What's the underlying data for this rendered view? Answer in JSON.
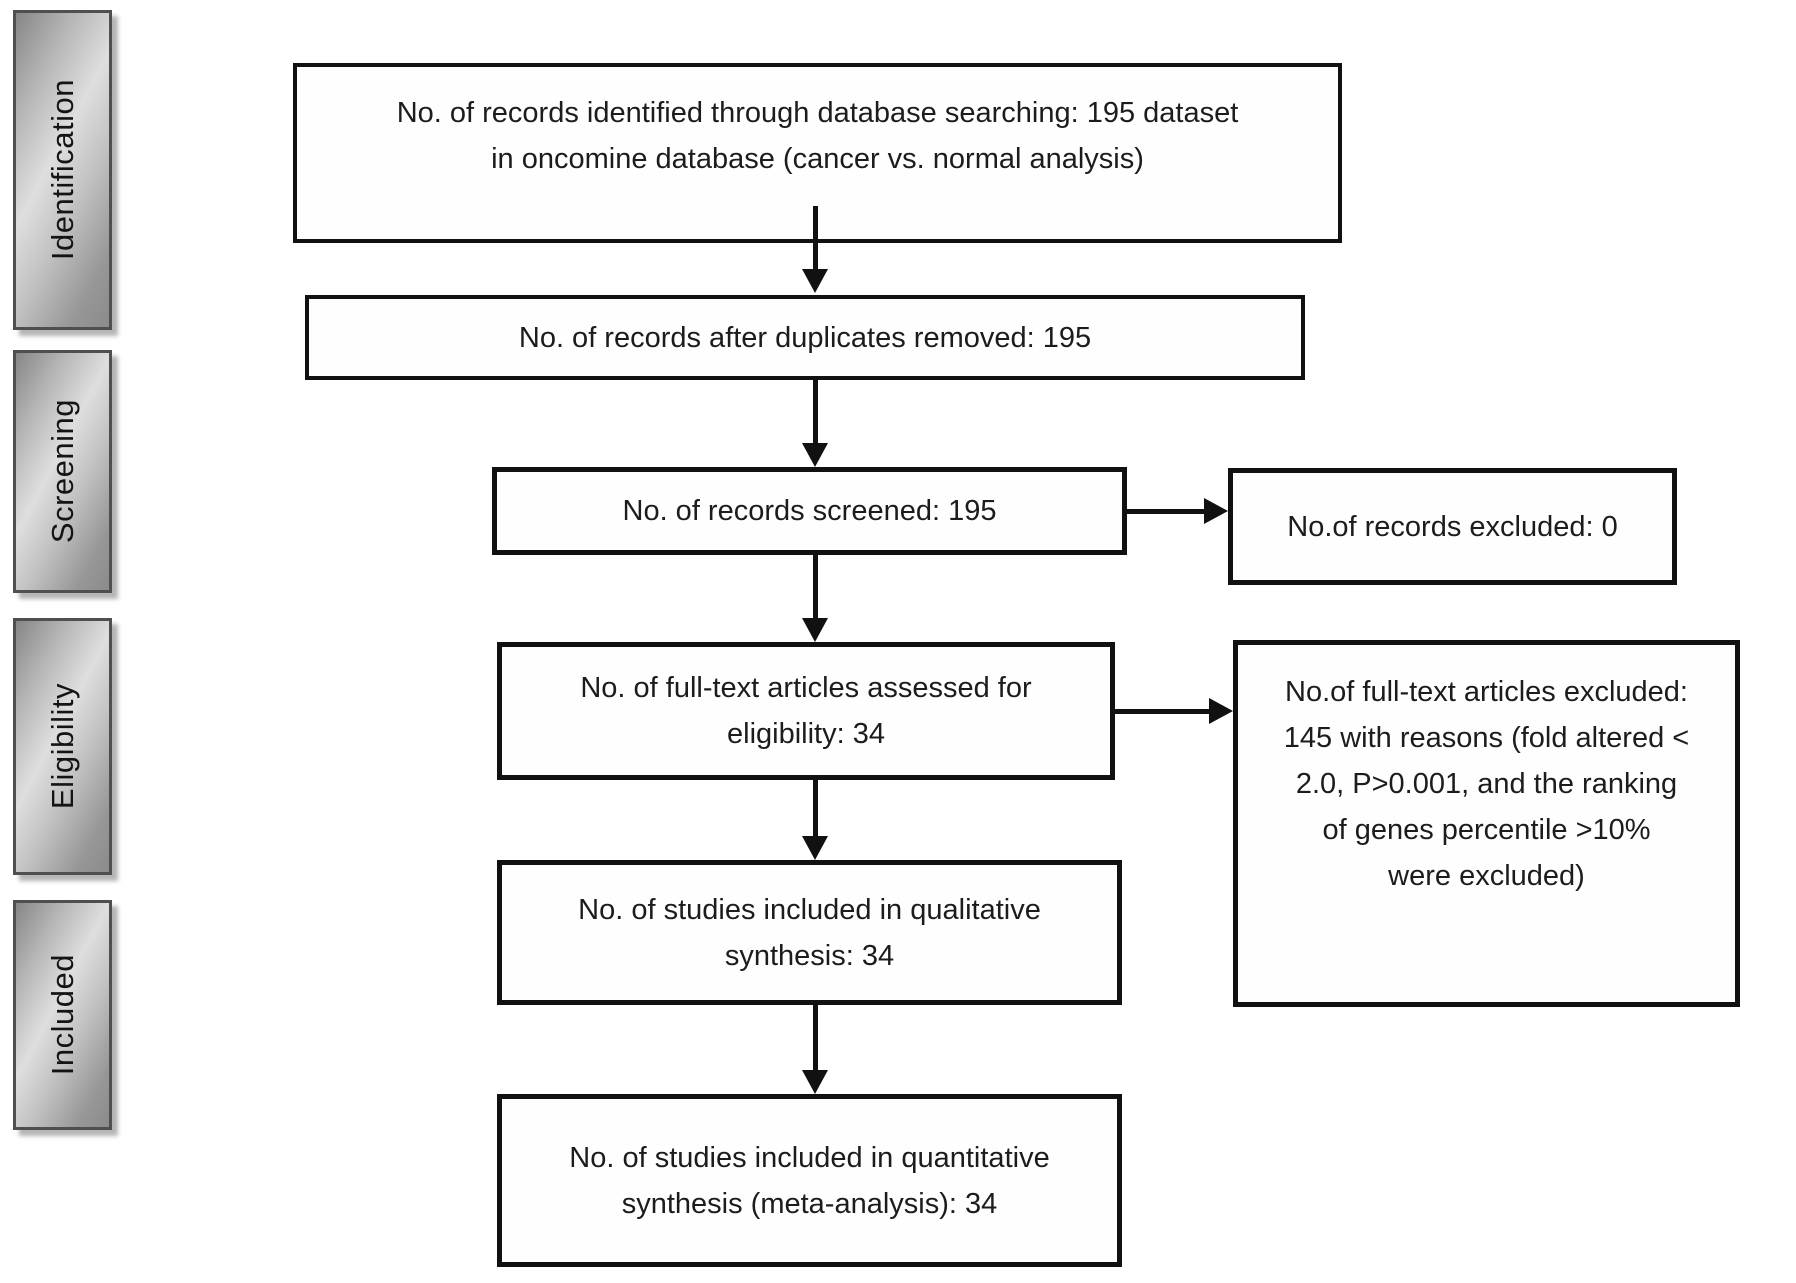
{
  "figure": {
    "type": "prisma-flow-diagram",
    "stages": [
      {
        "label": "Identification"
      },
      {
        "label": "Screening"
      },
      {
        "label": "Eligibility"
      },
      {
        "label": "Included"
      }
    ],
    "boxes": {
      "identified": {
        "text": "No. of records identified through database searching: 195 dataset\nin oncomine database (cancer vs. normal analysis)",
        "count": 195
      },
      "deduplicated": {
        "text": "No. of records after duplicates removed: 195",
        "count": 195
      },
      "screened": {
        "text": "No. of records screened: 195",
        "count": 195
      },
      "assessed": {
        "text": "No. of full-text articles assessed for\neligibility: 34",
        "count": 34
      },
      "qualitative": {
        "text": "No. of studies included in qualitative\nsynthesis: 34",
        "count": 34
      },
      "quantitative": {
        "text": "No. of studies included in quantitative\nsynthesis (meta-analysis): 34",
        "count": 34
      },
      "records_excluded": {
        "text": "No.of records excluded: 0",
        "count": 0
      },
      "fulltext_excluded": {
        "text": "No.of full-text articles excluded:\n145 with reasons (fold altered <\n2.0, P>0.001, and the ranking\nof genes percentile >10%\nwere excluded)",
        "count": 145
      }
    },
    "colors": {
      "background": "#ffffff",
      "box_border": "#111111",
      "text": "#1c1c1c",
      "stage_gradient_light": "#dedede",
      "stage_gradient_dark": "#868686",
      "stage_border": "#4f4f4f"
    }
  }
}
